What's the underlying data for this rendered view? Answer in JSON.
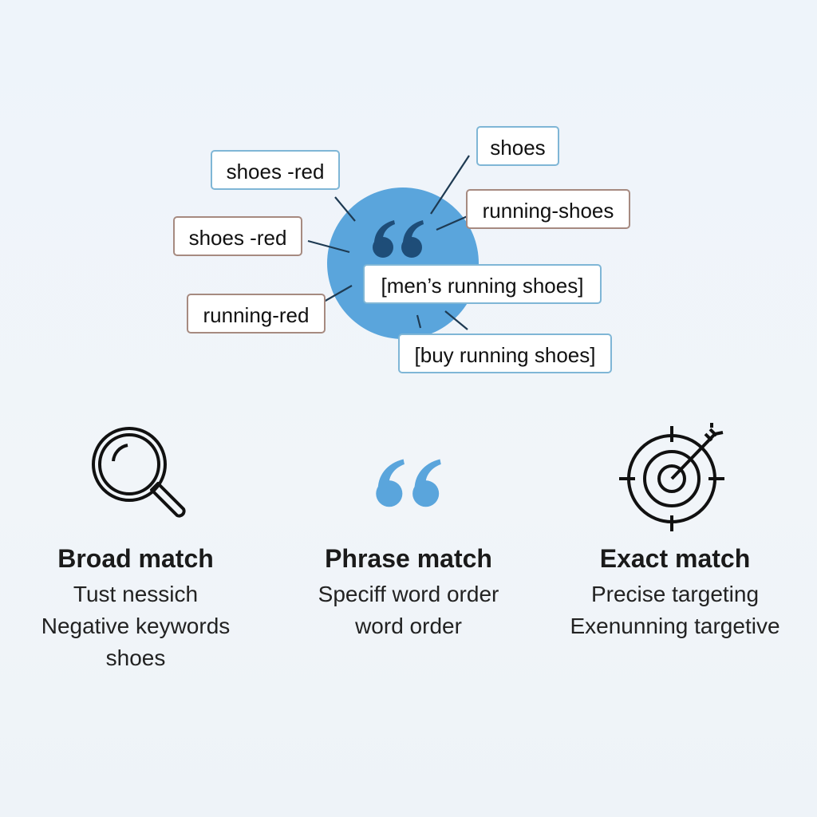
{
  "diagram": {
    "center_icon": "quote-icon",
    "keywords": [
      {
        "label": "shoes -red"
      },
      {
        "label": "shoes"
      },
      {
        "label": "running-shoes"
      },
      {
        "label": "shoes -red"
      },
      {
        "label": "[men’s running shoes]"
      },
      {
        "label": "running-red"
      },
      {
        "label": "[buy running shoes]"
      }
    ]
  },
  "match_types": [
    {
      "icon": "magnifier-icon",
      "title": "Broad match",
      "lines": [
        "Tust nessich",
        "Negative keywords",
        "shoes"
      ]
    },
    {
      "icon": "quote-icon",
      "title": "Phrase match",
      "lines": [
        "Speciff word order",
        "word order"
      ]
    },
    {
      "icon": "target-icon",
      "title": "Exact match",
      "lines": [
        "Precise targeting",
        "Exenunning targetive"
      ]
    }
  ],
  "colors": {
    "circle": "#5aa5dc",
    "quote_dark": "#1e4d78",
    "border_teal": "#7fb6d6",
    "border_brown": "#a68a80"
  }
}
